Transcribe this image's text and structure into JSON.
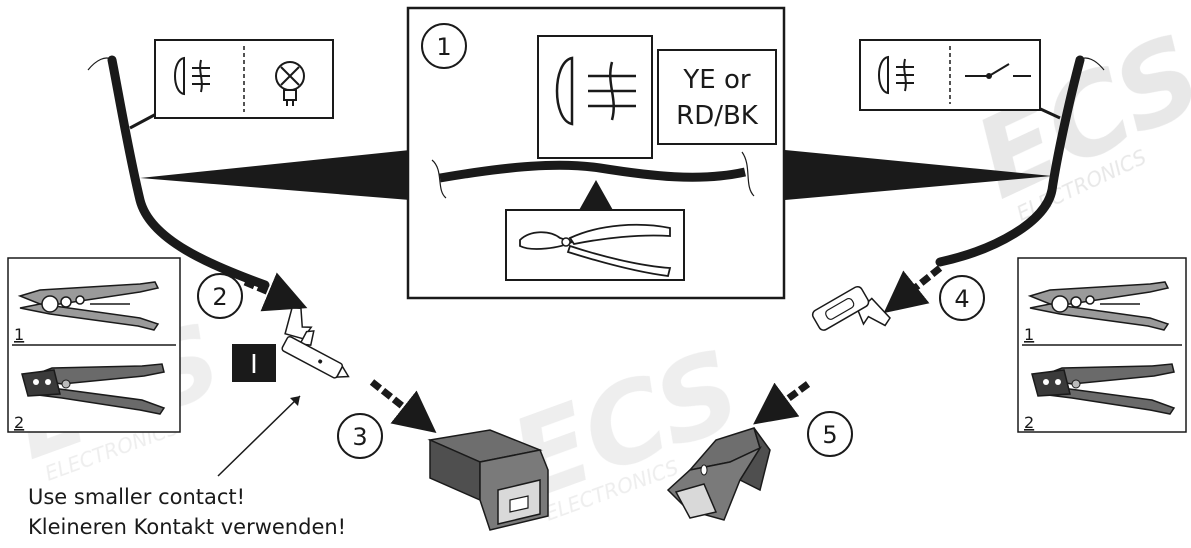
{
  "watermark": {
    "logo_text": "ECS",
    "tagline": "ELECTRONICS"
  },
  "steps": {
    "s1": "1",
    "s2": "2",
    "s3": "3",
    "s4": "4",
    "s5": "5"
  },
  "wire_color": {
    "line1": "YE or",
    "line2": "RD/BK"
  },
  "tool_panels": {
    "left": {
      "label1": "1",
      "label2": "2"
    },
    "right": {
      "label1": "1",
      "label2": "2"
    }
  },
  "contact_badge": "I",
  "note": {
    "line1": "Use smaller contact!",
    "line2": "Kleineren Kontakt verwenden!"
  },
  "colors": {
    "ink": "#1a1a1a",
    "connector_fill": "#555555",
    "watermark": "#e6e6e6"
  },
  "icons": [
    "fog-light-icon",
    "bulb-icon",
    "switch-icon",
    "cutter-pliers-icon",
    "stripper-tool-icon",
    "crimp-tool-icon"
  ]
}
